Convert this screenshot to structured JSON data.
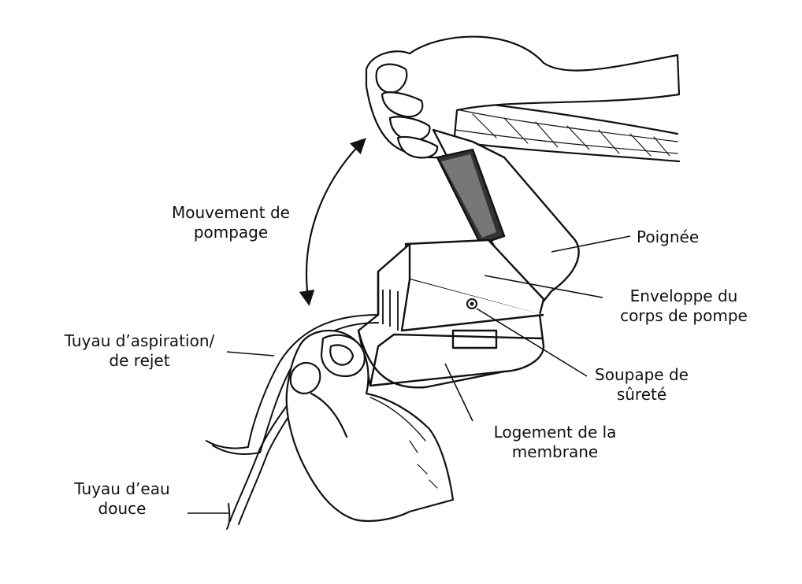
{
  "labels": {
    "pumping_motion": {
      "line1": "Mouvement de",
      "line2": "pompage"
    },
    "handle": {
      "line1": "Poignée"
    },
    "pump_body_casing": {
      "line1": "Enveloppe du",
      "line2": "corps de pompe"
    },
    "intake_discharge_hose": {
      "line1": "Tuyau d’aspiration/",
      "line2": "de rejet"
    },
    "safety_valve": {
      "line1": "Soupape de",
      "line2": "sûreté"
    },
    "membrane_housing": {
      "line1": "Logement de la",
      "line2": "membrane"
    },
    "fresh_water_hose": {
      "line1": "Tuyau d’eau",
      "line2": "douce"
    }
  },
  "colors": {
    "ink": "#111111",
    "paper": "#ffffff"
  }
}
